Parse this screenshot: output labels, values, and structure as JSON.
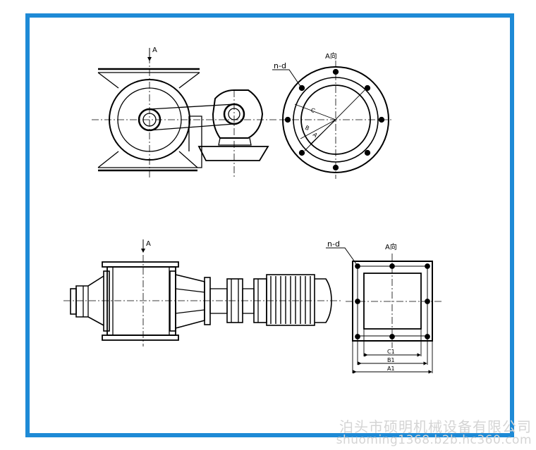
{
  "drawing": {
    "view_label_arrow": "A",
    "view_label_direction": "A向",
    "hole_callout": "n-d",
    "dim_c": "C",
    "dim_b": "B",
    "dim_a": "A",
    "dim_c1": "C1",
    "dim_b1": "B1",
    "dim_a1": "A1"
  },
  "watermark": {
    "company": "泊头市硕明机械设备有限公司",
    "url": "shuoming1368.b2b.hc360.com"
  },
  "colors": {
    "frame_border": "#1e8ad6",
    "line": "#000000",
    "watermark": "#d4d4d4"
  }
}
